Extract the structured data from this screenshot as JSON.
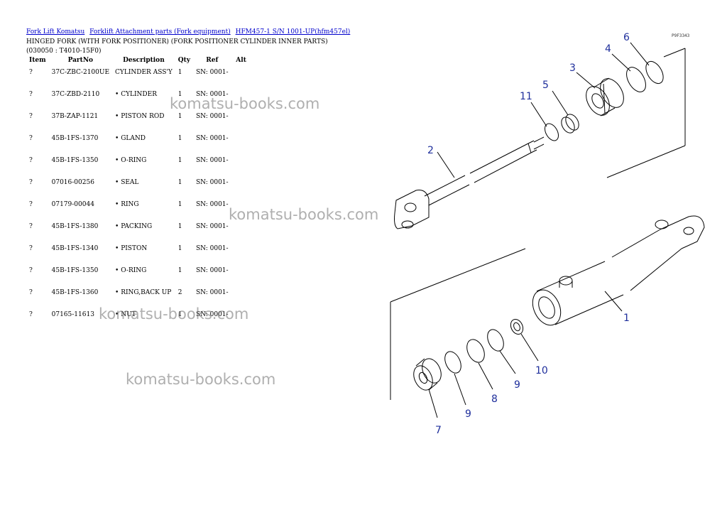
{
  "breadcrumb": [
    "Fork Lift Komatsu",
    "Forklift Attachment parts (Fork equipment)",
    "HFM457-1 S/N 1001-UP(hfm457el)"
  ],
  "title": "HINGED FORK (WITH FORK POSITIONER) (FORK POSITIONER CYLINDER INNER PARTS)(030050 : T4010-15F0)",
  "table": {
    "headers": [
      "Item",
      "PartNo",
      "Description",
      "Qty",
      "Ref",
      "Alt"
    ],
    "rows": [
      {
        "item": "?",
        "part": "37C-ZBC-2100UE",
        "desc": "CYLINDER ASS'Y",
        "qty": "1",
        "ref": "SN: 0001-",
        "alt": ""
      },
      {
        "item": "?",
        "part": "37C-ZBD-2110",
        "desc": "• CYLINDER",
        "qty": "1",
        "ref": "SN: 0001-",
        "alt": ""
      },
      {
        "item": "?",
        "part": "37B-ZAP-1121",
        "desc": "• PISTON ROD",
        "qty": "1",
        "ref": "SN: 0001-",
        "alt": ""
      },
      {
        "item": "?",
        "part": "45B-1FS-1370",
        "desc": "• GLAND",
        "qty": "1",
        "ref": "SN: 0001-",
        "alt": ""
      },
      {
        "item": "?",
        "part": "45B-1FS-1350",
        "desc": "• O-RING",
        "qty": "1",
        "ref": "SN: 0001-",
        "alt": ""
      },
      {
        "item": "?",
        "part": "07016-00256",
        "desc": "• SEAL",
        "qty": "1",
        "ref": "SN: 0001-",
        "alt": ""
      },
      {
        "item": "?",
        "part": "07179-00044",
        "desc": "• RING",
        "qty": "1",
        "ref": "SN: 0001-",
        "alt": ""
      },
      {
        "item": "?",
        "part": "45B-1FS-1380",
        "desc": "• PACKING",
        "qty": "1",
        "ref": "SN: 0001-",
        "alt": ""
      },
      {
        "item": "?",
        "part": "45B-1FS-1340",
        "desc": "• PISTON",
        "qty": "1",
        "ref": "SN: 0001-",
        "alt": ""
      },
      {
        "item": "?",
        "part": "45B-1FS-1350",
        "desc": "• O-RING",
        "qty": "1",
        "ref": "SN: 0001-",
        "alt": ""
      },
      {
        "item": "?",
        "part": "45B-1FS-1360",
        "desc": "• RING,BACK UP",
        "qty": "2",
        "ref": "SN: 0001-",
        "alt": ""
      },
      {
        "item": "?",
        "part": "07165-11613",
        "desc": "• NUT",
        "qty": "1",
        "ref": "SN: 0001-",
        "alt": ""
      }
    ]
  },
  "watermark": "komatsu-books.com",
  "diagram": {
    "figure_code": "P9F3343",
    "callouts": [
      "1",
      "2",
      "3",
      "4",
      "5",
      "6",
      "7",
      "8",
      "9",
      "9",
      "10",
      "11"
    ],
    "callout_color": "#1f2f9c"
  }
}
